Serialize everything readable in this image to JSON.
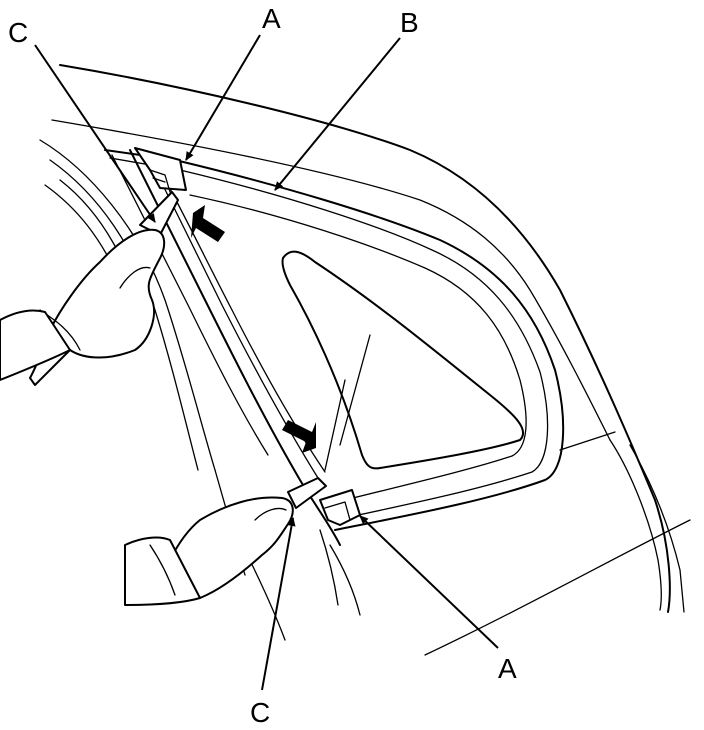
{
  "labels": {
    "a_top": "A",
    "b_top": "B",
    "c_top": "C",
    "a_bottom": "A",
    "c_bottom": "C"
  },
  "colors": {
    "ink": "#000000",
    "paper": "#ffffff"
  }
}
